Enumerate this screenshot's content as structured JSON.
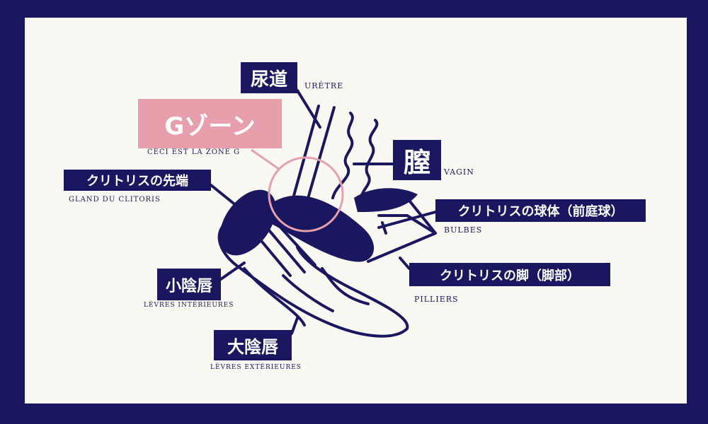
{
  "labels": {
    "uretre_jp": "尿道",
    "uretre_fr": "URÈTRE",
    "gzone_jp": "Gゾーン",
    "gzone_fr": "CECI EST LA ZONE G",
    "gland_jp": "クリトリスの先端",
    "gland_fr": "GLAND DU CLITORIS",
    "vagin_jp": "膣",
    "vagin_fr": "VAGIN",
    "bulbes_jp": "クリトリスの球体（前庭球）",
    "bulbes_fr": "BULBES",
    "pilliers_jp": "クリトリスの脚（脚部）",
    "pilliers_fr": "PILLIERS",
    "petites_levres_jp": "小陰唇",
    "petites_levres_fr": "LÈVRES INTÉRIEURES",
    "grandes_levres_jp": "大陰唇",
    "grandes_levres_fr": "LÈVRES EXTÉRIEURES"
  },
  "colors": {
    "navy": "#1a1660",
    "pink": "#e79fac",
    "background": "#faf8f2"
  }
}
